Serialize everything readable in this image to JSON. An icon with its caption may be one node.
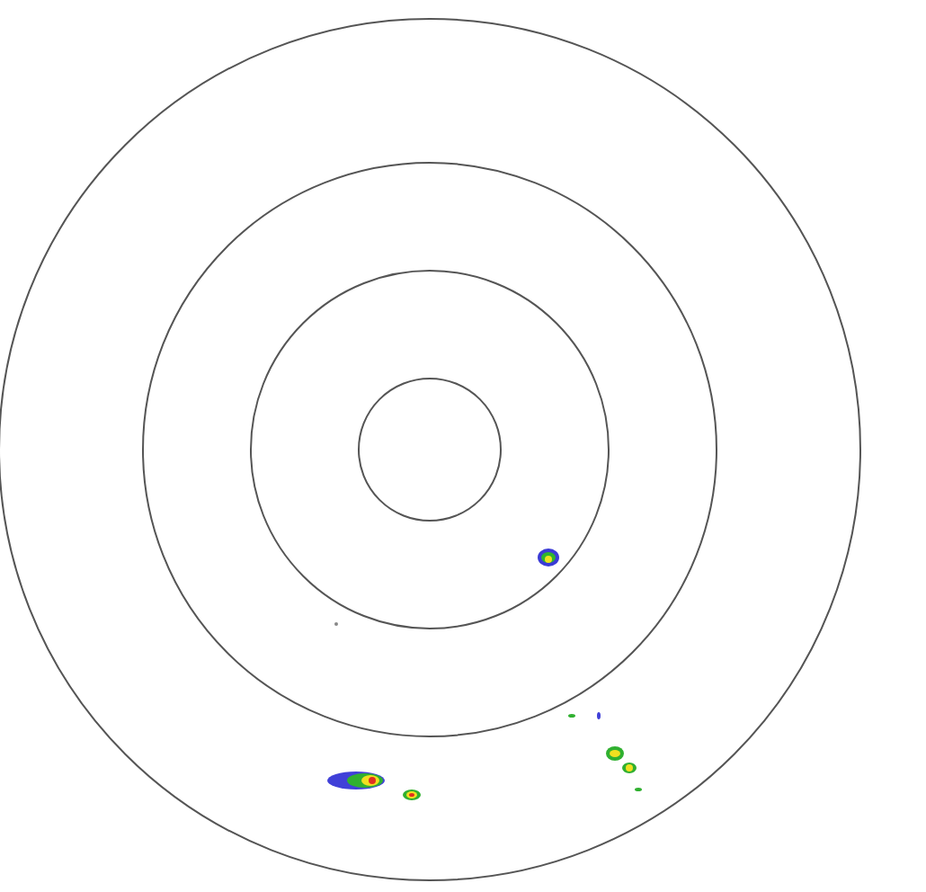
{
  "diagram": {
    "nodes": [
      {
        "text": [],
        "shape": "circle"
      },
      {
        "text": [],
        "shape": "circle",
        "in": 0
      },
      {
        "text": [],
        "shape": "circle",
        "in": 1
      },
      {
        "text": [],
        "shape": "circle",
        "in": 2
      }
    ]
  }
}
